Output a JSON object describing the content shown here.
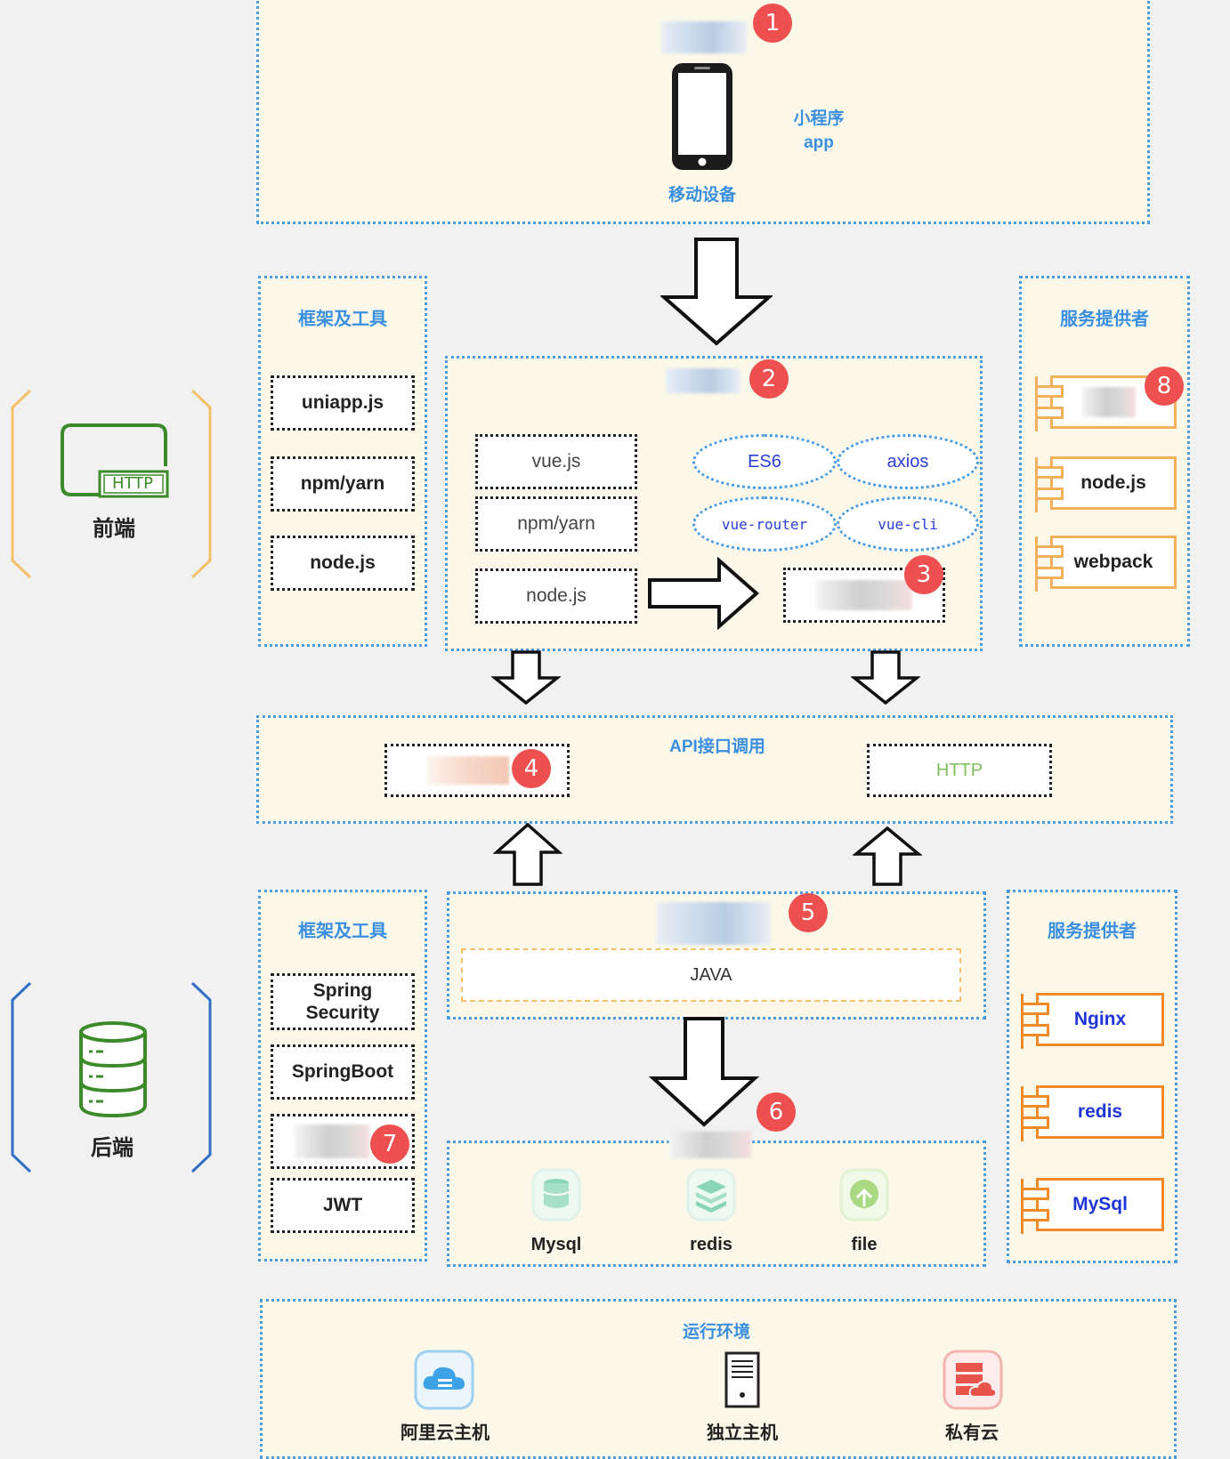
{
  "mobile": {
    "badge": "1",
    "caption_line1": "小程序",
    "caption_line2": "app",
    "device_label": "移动设备"
  },
  "frontend": {
    "side_label": "前端",
    "http_tag": "HTTP",
    "tools": {
      "title": "框架及工具",
      "items": [
        "uniapp.js",
        "npm/yarn",
        "node.js"
      ]
    },
    "core": {
      "badge": "2",
      "left_items": [
        "vue.js",
        "npm/yarn",
        "node.js"
      ],
      "ellipses": [
        "ES6",
        "axios",
        "vue-router",
        "vue-cli"
      ],
      "output_badge": "3"
    },
    "providers": {
      "title": "服务提供者",
      "badge": "8",
      "items": [
        "node.js",
        "webpack"
      ]
    }
  },
  "api": {
    "title": "API接口调用",
    "badge": "4",
    "http": "HTTP"
  },
  "backend": {
    "side_label": "后端",
    "tools": {
      "title": "框架及工具",
      "items": [
        "Spring\nSecurity",
        "SpringBoot",
        "JWT"
      ],
      "badge": "7"
    },
    "core": {
      "badge": "5",
      "java": "JAVA"
    },
    "storage": {
      "badge": "6",
      "items": [
        "Mysql",
        "redis",
        "file"
      ]
    },
    "providers": {
      "title": "服务提供者",
      "items": [
        "Nginx",
        "redis",
        "MySql"
      ]
    }
  },
  "runtime": {
    "title": "运行环境",
    "items": [
      "阿里云主机",
      "独立主机",
      "私有云"
    ]
  },
  "colors": {
    "panel_bg": "#fbf8e9",
    "dotted_blue": "#4a9be0",
    "badge_red": "#ee4f4f",
    "provider_orange": "#f4b05a",
    "frontend_bracket": "#f5c06a",
    "backend_bracket": "#2f6fc4",
    "http_green": "#3d8a2a"
  }
}
